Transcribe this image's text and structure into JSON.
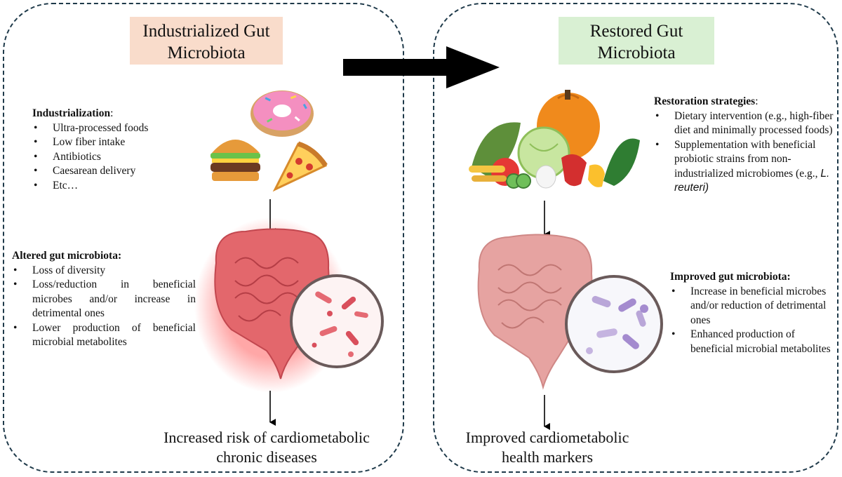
{
  "left_panel": {
    "title": "Industrialized Gut Microbiota",
    "industrialization": {
      "heading": "Industrialization",
      "suffix": ":",
      "items": [
        "Ultra-processed foods",
        "Low fiber intake",
        "Antibiotics",
        "Caesarean delivery",
        "Etc…"
      ]
    },
    "altered": {
      "heading": "Altered gut microbiota:",
      "items": [
        "Loss of diversity",
        "Loss/reduction in beneficial microbes and/or increase in detrimental ones",
        "Lower production of beneficial microbial metabolites"
      ]
    },
    "outcome": "Increased risk of cardiometabolic chronic diseases"
  },
  "right_panel": {
    "title": "Restored Gut Microbiota",
    "restoration": {
      "heading": "Restoration strategies",
      "suffix": ":",
      "item1": "Dietary intervention (e.g., high-fiber diet and minimally processed foods)",
      "item2_text": "Supplementation with beneficial probiotic strains from non-industrialized microbiomes (e.g., ",
      "item2_italic": "L. reuteri)"
    },
    "improved": {
      "heading": "Improved gut microbiota:",
      "items": [
        "Increase in beneficial microbes and/or reduction of detrimental ones",
        "Enhanced production of beneficial microbial metabolites"
      ]
    },
    "outcome": "Improved cardiometabolic health markers"
  },
  "colors": {
    "frame": "#1f3a4a",
    "left_title_bg": "#f9dccb",
    "right_title_bg": "#d9f0d3",
    "arrow": "#000000",
    "gut_inflamed": "#e3676c",
    "gut_healthy": "#e6a3a1"
  },
  "icons": {
    "junk_food": "donut-burger-pizza-icon",
    "vegetables": "vegetables-icon",
    "gut": "intestine-icon",
    "microbes": "bacteria-magnifier-icon"
  }
}
